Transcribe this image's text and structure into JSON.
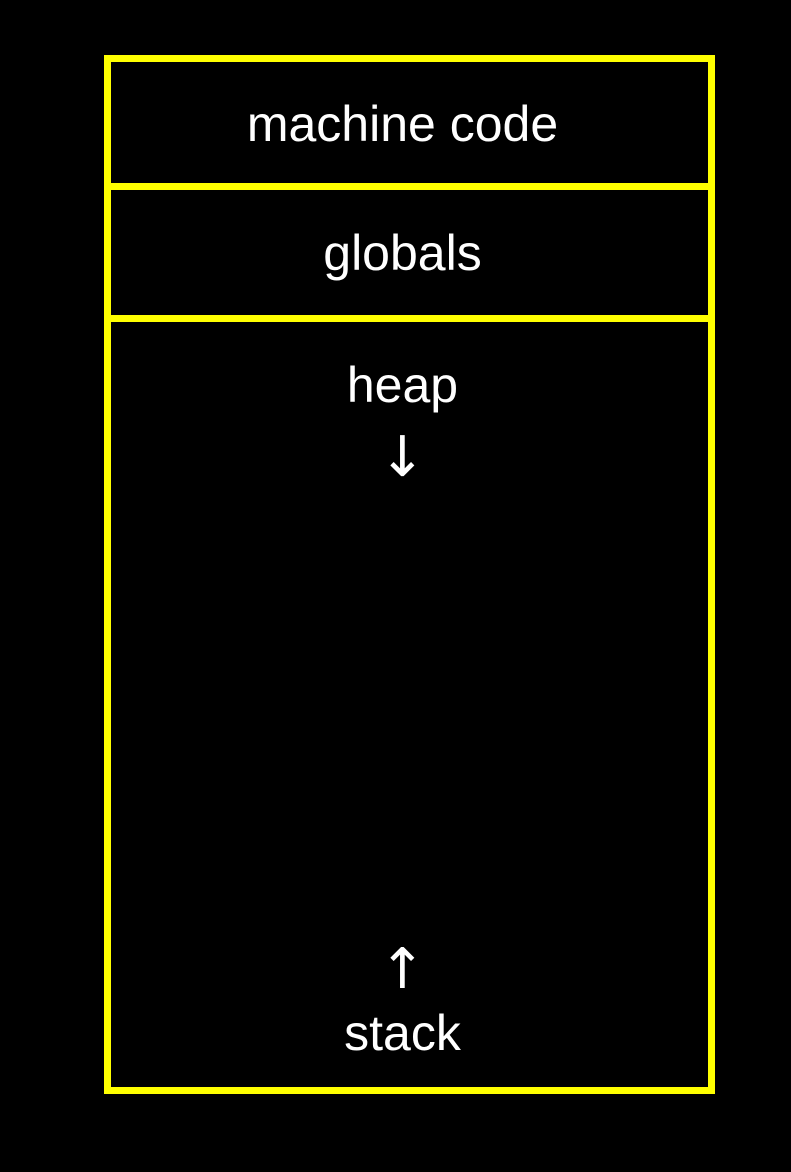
{
  "diagram": {
    "segments": {
      "machine_code": "machine code",
      "globals": "globals",
      "heap": "heap",
      "stack": "stack"
    },
    "arrows": {
      "heap_direction": "↓",
      "stack_direction": "↑"
    },
    "colors": {
      "background": "#000000",
      "border": "#ffff00",
      "text": "#ffffff"
    }
  }
}
